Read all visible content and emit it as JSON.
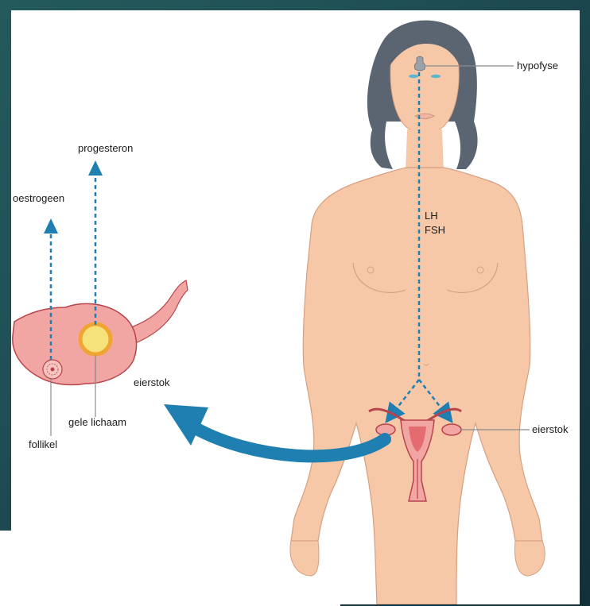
{
  "slide": {
    "title": "uatiecyclus",
    "faint_caption": "..."
  },
  "figure": {
    "labels": {
      "hypofyse": "hypofyse",
      "lh": "LH",
      "fsh": "FSH",
      "eierstok_body": "eierstok",
      "eierstok_zoom": "eierstok",
      "progesteron": "progesteron",
      "oestrogeen": "oestrogeen",
      "gele_lichaam": "gele lichaam",
      "follikel": "follikel"
    }
  },
  "colors": {
    "skin": "#f6c8a8",
    "skin_line": "#d69f80",
    "hair": "#5b6471",
    "arrow_blue": "#1f7fb0",
    "organ_pink": "#f2a6a4",
    "organ_line": "#b6444a",
    "corpus_yellow": "#f6e27a",
    "corpus_ring": "#f0a432",
    "background_teal": "#1f4f55"
  },
  "icons": {
    "hormone_arrow": "dashed-up-arrow-icon",
    "curved_arrow": "curved-left-arrow-icon"
  }
}
